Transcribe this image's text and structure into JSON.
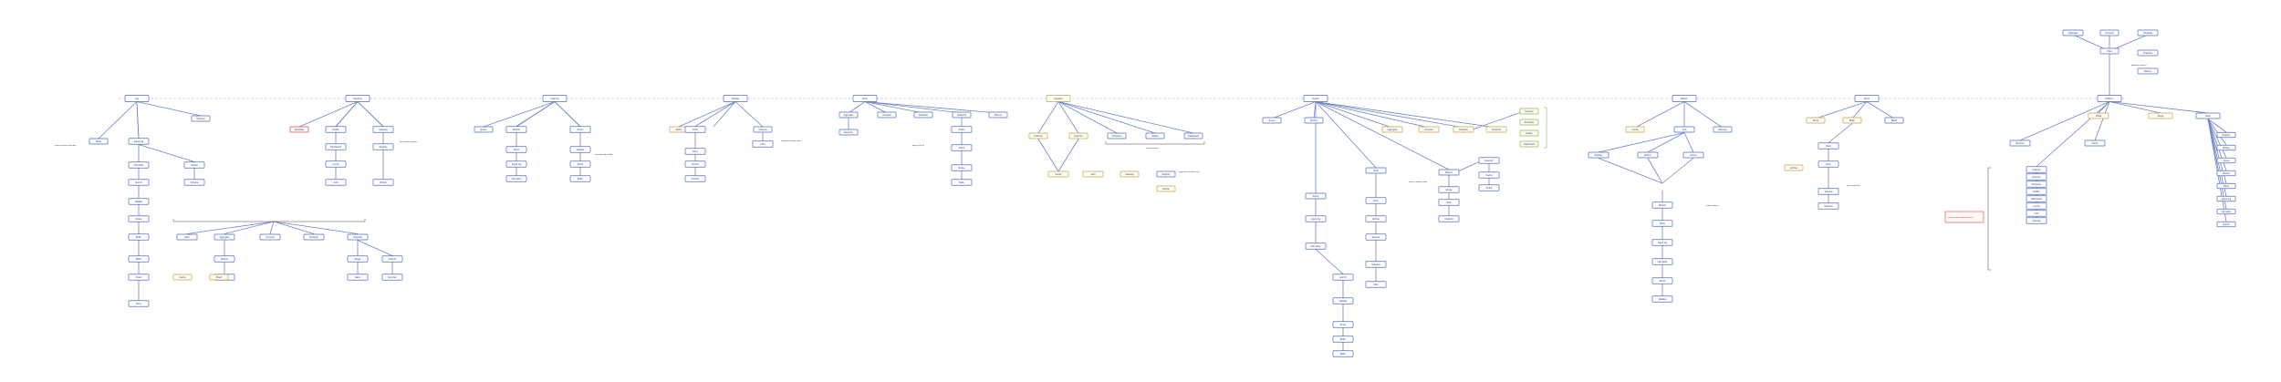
{
  "diagram": {
    "roots": [
      {
        "label": "Log",
        "kind": "blue"
      },
      {
        "label": "Pipelines",
        "kind": "blue"
      },
      {
        "label": "Indexing",
        "kind": "blue"
      },
      {
        "label": "Storage",
        "kind": "blue"
      },
      {
        "label": "Query",
        "kind": "blue"
      },
      {
        "label": "Ingestion",
        "kind": "orange"
      },
      {
        "label": "Search",
        "kind": "blue"
      },
      {
        "label": "Metrics",
        "kind": "blue"
      },
      {
        "label": "Alerts",
        "kind": "blue"
      },
      {
        "label": "Platform",
        "kind": "blue"
      }
    ],
    "boxes": [
      "Parse",
      "Ingest log",
      "Normalize",
      "Enrich",
      "Validate",
      "Route",
      "Buffer",
      "Batch",
      "Flush",
      "Retry",
      "Archive",
      "Schema",
      "Tokenize",
      "Filter",
      "Aggregate",
      "Compact",
      "Replicate",
      "Snapshot",
      "Planner",
      "Executor",
      "Cache",
      "Shard",
      "Merge",
      "Rank",
      "Collector",
      "Exporter",
      "Scheduler",
      "Notifier",
      "Dashboard",
      "Config",
      "Auth",
      "Gateway",
      "Registry",
      "Worker",
      "Queue",
      "Monitor"
    ],
    "notes": [
      "source events collected",
      "per-tenant pipelines",
      "inverted index build",
      "segment storage layer",
      "query fan-out",
      "ingestion backpressure",
      "search ranking stage",
      "metric rollups",
      "alert evaluation",
      "platform services"
    ],
    "red_note": "needs review before release",
    "group_label": "shared stages"
  }
}
